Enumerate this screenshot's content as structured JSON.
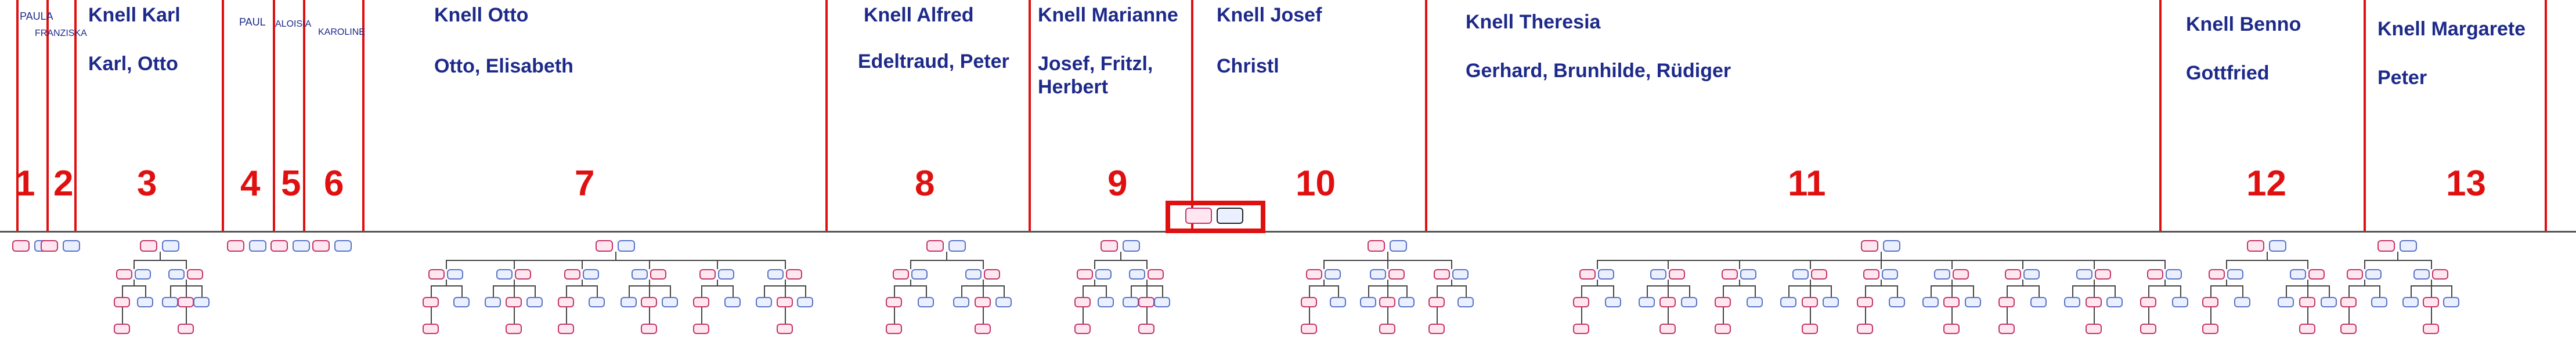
{
  "groups": [
    {
      "number": "1",
      "label": "PAULA"
    },
    {
      "number": "2",
      "label": "FRANZISKA"
    },
    {
      "number": "3",
      "label": "Knell Karl",
      "sublabel": "Karl, Otto"
    },
    {
      "number": "4",
      "label": "PAUL"
    },
    {
      "number": "5",
      "label": "ALOISIA"
    },
    {
      "number": "6",
      "label": "KAROLINE"
    },
    {
      "number": "7",
      "label": "Knell Otto",
      "sublabel": "Otto, Elisabeth"
    },
    {
      "number": "8",
      "label": "Knell Alfred",
      "sublabel": "Edeltraud, Peter"
    },
    {
      "number": "9",
      "label": "Knell Marianne",
      "sublabel": "Josef, Fritzl, Herbert"
    },
    {
      "number": "10",
      "label": "Knell Josef",
      "sublabel": "Christl"
    },
    {
      "number": "11",
      "label": "Knell Theresia",
      "sublabel": "Gerhard, Brunhilde, Rüdiger"
    },
    {
      "number": "12",
      "label": "Knell Benno",
      "sublabel": "Gottfried"
    },
    {
      "number": "13",
      "label": "Knell Margarete",
      "sublabel": "Peter"
    }
  ],
  "tree": {
    "highlight_color": "#e01010",
    "male_color": "#5a73c8",
    "female_color": "#c4346a"
  }
}
